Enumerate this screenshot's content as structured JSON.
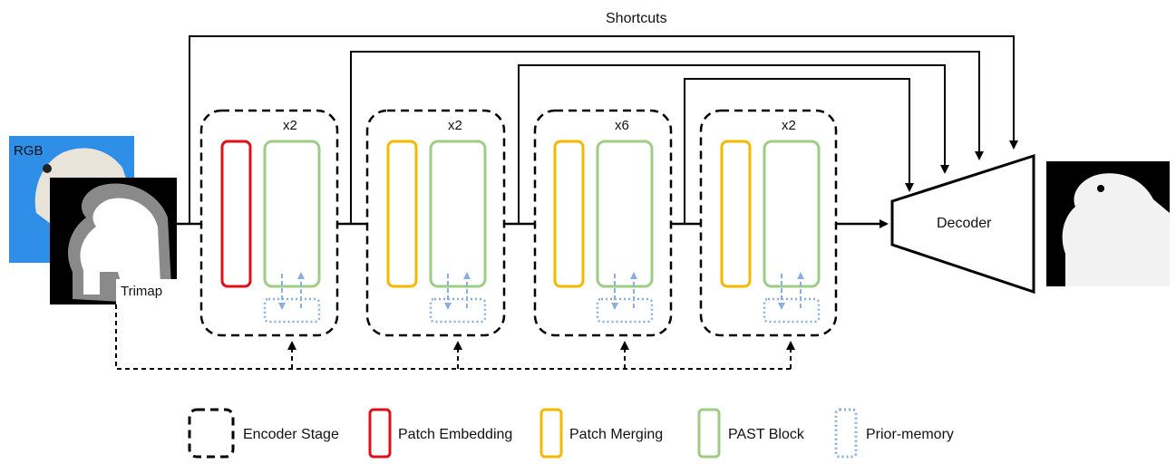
{
  "diagram": {
    "shortcuts_label": "Shortcuts",
    "input": {
      "rgb_label": "RGB",
      "trimap_label": "Trimap"
    },
    "stages": [
      {
        "multiplier": "x2",
        "first_block": "Patch Embedding"
      },
      {
        "multiplier": "x2",
        "first_block": "Patch Merging"
      },
      {
        "multiplier": "x6",
        "first_block": "Patch Merging"
      },
      {
        "multiplier": "x2",
        "first_block": "Patch Merging"
      }
    ],
    "decoder_label": "Decoder"
  },
  "legend": {
    "items": [
      {
        "label": "Encoder Stage",
        "style": "dashed-black"
      },
      {
        "label": "Patch Embedding",
        "style": "red"
      },
      {
        "label": "Patch Merging",
        "style": "yellow"
      },
      {
        "label": "PAST Block",
        "style": "green"
      },
      {
        "label": "Prior-memory",
        "style": "dotted-blue"
      }
    ]
  },
  "colors": {
    "patch_embedding": "#e0101a",
    "patch_merging": "#f5b800",
    "past_block": "#9fcc84",
    "prior_memory": "#8aaee0",
    "line": "#000000",
    "rgb_background": "#2f8fe8"
  }
}
